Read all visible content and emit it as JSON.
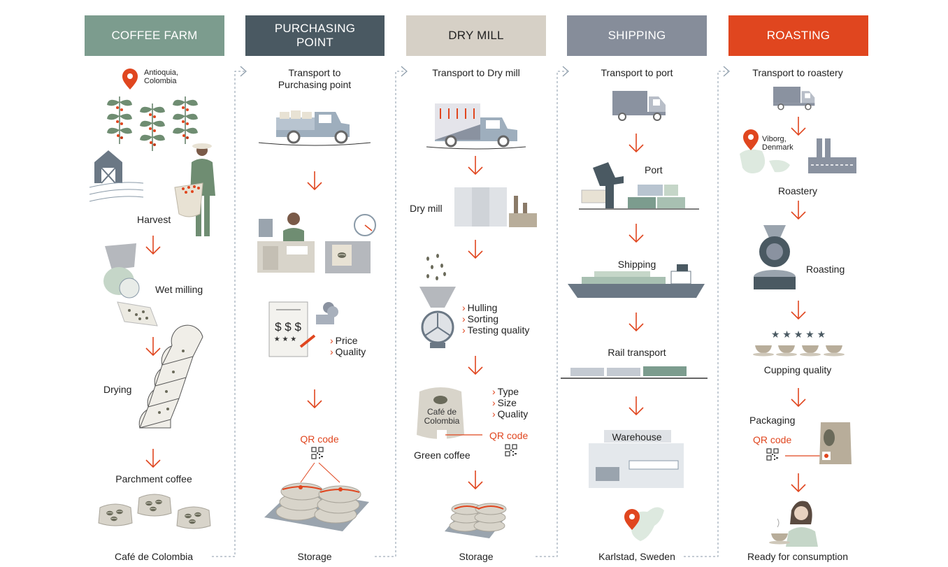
{
  "colors": {
    "farm": "#7c9c8e",
    "purchasing": "#4a5962",
    "drymill": "#d6d0c6",
    "shipping": "#868d9a",
    "roasting": "#e0461f",
    "arrow": "#e0461f",
    "dashed": "#8a9aa8"
  },
  "headers": {
    "farm": "COFFEE FARM",
    "purchasing": "PURCHASING POINT",
    "drymill": "DRY MILL",
    "shipping": "SHIPPING",
    "roasting": "ROASTING"
  },
  "farm": {
    "location": "Antioquia, Colombia",
    "harvest": "Harvest",
    "wet_milling": "Wet milling",
    "drying": "Drying",
    "parchment": "Parchment coffee",
    "cafe": "Café de Colombia"
  },
  "purchasing": {
    "transport": "Transport to Purchasing point",
    "price": "Price",
    "quality": "Quality",
    "qr": "QR code",
    "storage": "Storage",
    "dollars": "$ $ $",
    "stars": "★ ★ ★"
  },
  "drymill": {
    "transport": "Transport to Dry mill",
    "dry_mill": "Dry mill",
    "hulling": "Hulling",
    "sorting": "Sorting",
    "testing": "Testing quality",
    "bag_label": "Café de Colombia",
    "type": "Type",
    "size": "Size",
    "quality": "Quality",
    "qr": "QR code",
    "green": "Green coffee",
    "storage": "Storage"
  },
  "shipping": {
    "transport": "Transport to port",
    "port": "Port",
    "shipping": "Shipping",
    "rail": "Rail transport",
    "warehouse": "Warehouse",
    "destination": "Karlstad, Sweden"
  },
  "roasting": {
    "transport": "Transport to roastery",
    "location": "Viborg, Denmark",
    "roastery": "Roastery",
    "roasting": "Roasting",
    "stars": "★ ★ ★ ★ ★",
    "cupping": "Cupping quality",
    "packaging": "Packaging",
    "qr": "QR code",
    "ready": "Ready for consumption"
  }
}
